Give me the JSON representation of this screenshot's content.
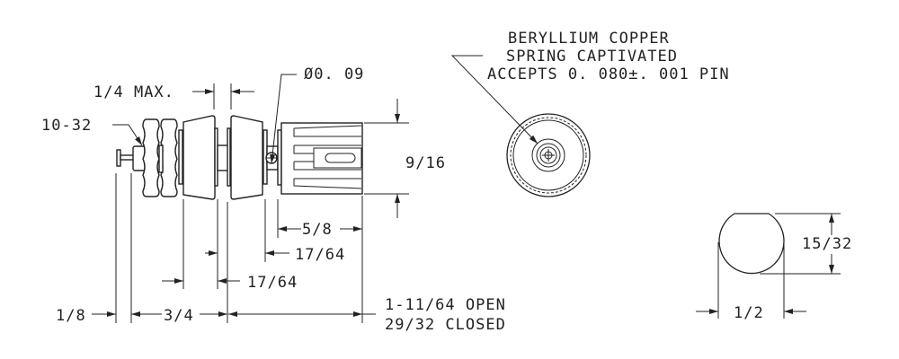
{
  "title": "Binding post / banana jack dimensional drawing",
  "side_view": {
    "thread_label": "10-32",
    "hole_dia_label": "Ø0. 09",
    "gap_label": "1/4 MAX.",
    "body_height_label": "9/16",
    "body_length_label": "5/8",
    "shaft_to_body_label": "17/64",
    "bushing_label": "17/64",
    "pin_label": "1/8",
    "mount_label": "3/4",
    "open_label": "1-11/64 OPEN",
    "closed_label": "29/32 CLOSED"
  },
  "end_view": {
    "note_lines": [
      "BERYLLIUM COPPER",
      "SPRING CAPTIVATED",
      "ACCEPTS  0. 080±. 001  PIN"
    ]
  },
  "mounting_hole": {
    "height_label": "15/32",
    "width_label": "1/2"
  }
}
